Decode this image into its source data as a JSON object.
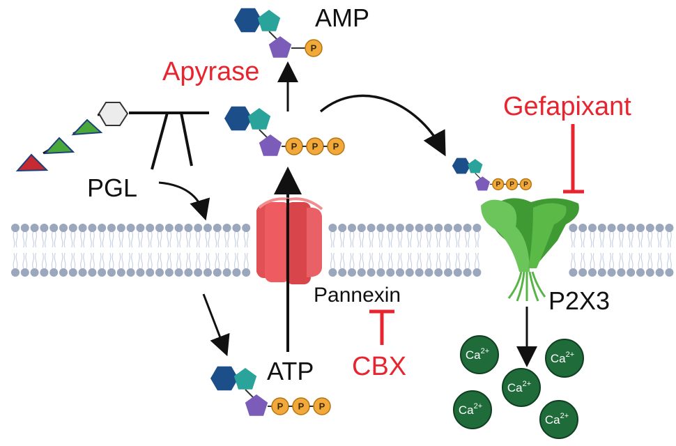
{
  "labels": {
    "amp": "AMP",
    "apyrase": "Apyrase",
    "gefapixant": "Gefapixant",
    "pgl": "PGL",
    "pannexin": "Pannexin",
    "p2x3": "P2X3",
    "cbx": "CBX",
    "atp": "ATP"
  },
  "phosphate_label": "P",
  "ion_base": "Ca",
  "ion_charge": "2+",
  "colors": {
    "inhibitor_red": "#e8242f",
    "membrane_head": "#9aa7bd",
    "adenine_hex": "#1c4e8a",
    "adenine_pent": "#2aa39a",
    "ribose": "#7b5cb8",
    "phosphate": "#f2a93b",
    "channel_red": "#e84a4f",
    "receptor_green": "#5fbf4a",
    "calcium": "#1f6b3a"
  }
}
